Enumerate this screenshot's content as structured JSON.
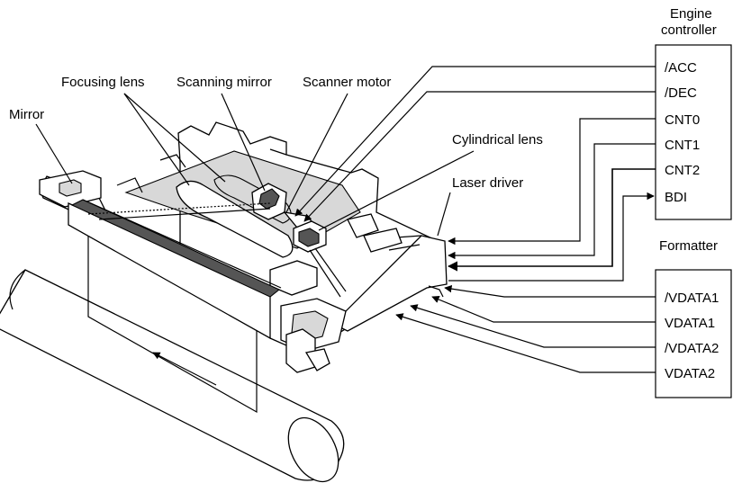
{
  "components": {
    "mirror": "Mirror",
    "focusing_lens": "Focusing lens",
    "scanning_mirror": "Scanning mirror",
    "scanner_motor": "Scanner motor",
    "cylindrical_lens": "Cylindrical lens",
    "laser_driver": "Laser driver"
  },
  "engine_controller": {
    "title_line1": "Engine",
    "title_line2": "controller",
    "signals": [
      "/ACC",
      "/DEC",
      "CNT0",
      "CNT1",
      "CNT2",
      "BDI"
    ]
  },
  "formatter": {
    "title": "Formatter",
    "signals": [
      "/VDATA1",
      "VDATA1",
      "/VDATA2",
      "VDATA2"
    ]
  }
}
